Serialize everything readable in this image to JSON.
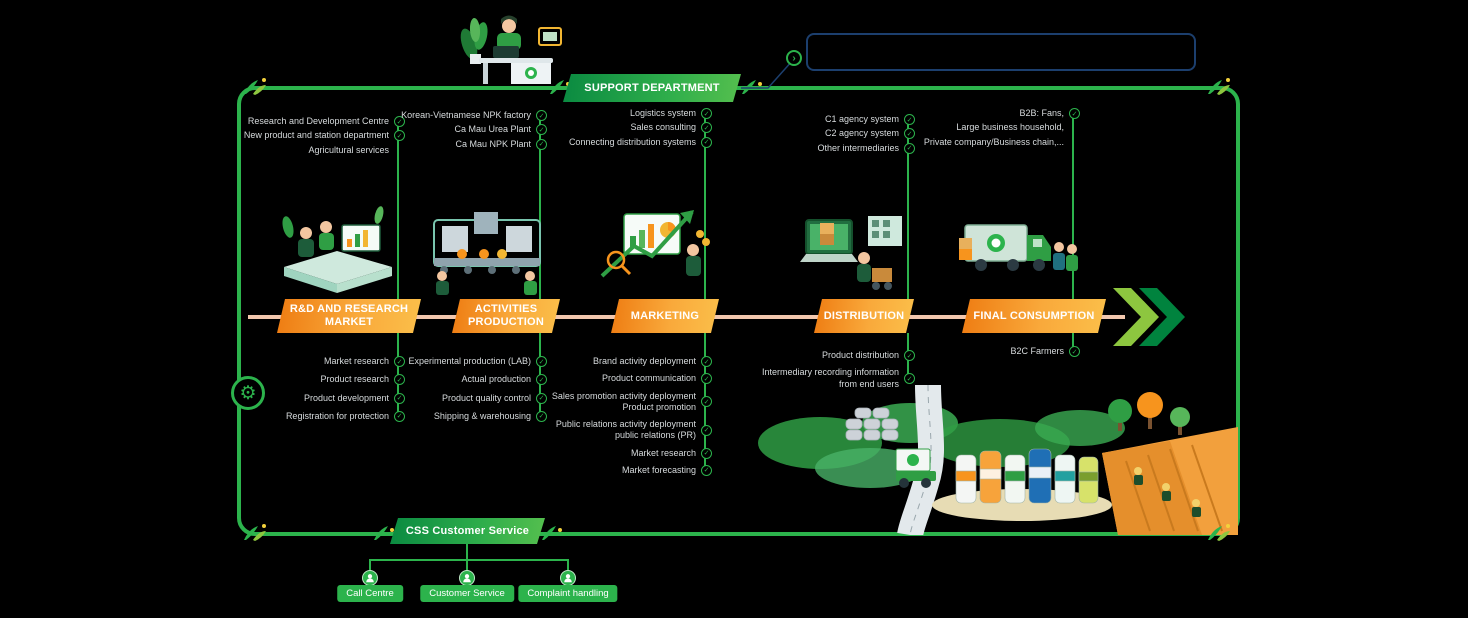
{
  "support_department": {
    "label": "SUPPORT DEPARTMENT"
  },
  "stages": [
    {
      "label": "R&D AND RESEARCH MARKET",
      "above": [
        "Research and Development Centre",
        "New product and station department",
        "Agricultural services"
      ],
      "below": [
        "Market research",
        "Product research",
        "Product development",
        "Registration for protection"
      ]
    },
    {
      "label": "ACTIVITIES PRODUCTION",
      "above": [
        "Korean-Vietnamese NPK factory",
        "Ca Mau Urea Plant",
        "Ca Mau NPK Plant"
      ],
      "below": [
        "Experimental production (LAB)",
        "Actual production",
        "Product quality control",
        "Shipping & warehousing"
      ]
    },
    {
      "label": "MARKETING",
      "above": [
        "Logistics system",
        "Sales consulting",
        "Connecting distribution systems"
      ],
      "below": [
        "Brand activity deployment",
        "Product communication",
        "Sales promotion activity deployment Product promotion",
        "Public relations activity deployment public relations (PR)",
        "Market research",
        "Market forecasting"
      ]
    },
    {
      "label": "DISTRIBUTION",
      "above": [
        "C1 agency system",
        "C2 agency system",
        "Other intermediaries"
      ],
      "below": [
        "Product distribution",
        "Intermediary recording information from end users"
      ]
    },
    {
      "label": "FINAL CONSUMPTION",
      "above": [
        "B2B: Fans,",
        "Large business household,",
        "Private company/Business chain,..."
      ],
      "below": [
        "B2C Farmers"
      ]
    }
  ],
  "customer_service": {
    "label": "CSS Customer Service",
    "items": [
      "Call Centre",
      "Customer Service",
      "Complaint handling"
    ]
  },
  "icons": {
    "check": "✓",
    "gear": "⚙",
    "chevron_right": "›"
  },
  "colors": {
    "green": "#2cb34c",
    "orange": "#f7941d",
    "salmon": "#f2c7ae",
    "navy": "#1c3f6e"
  }
}
